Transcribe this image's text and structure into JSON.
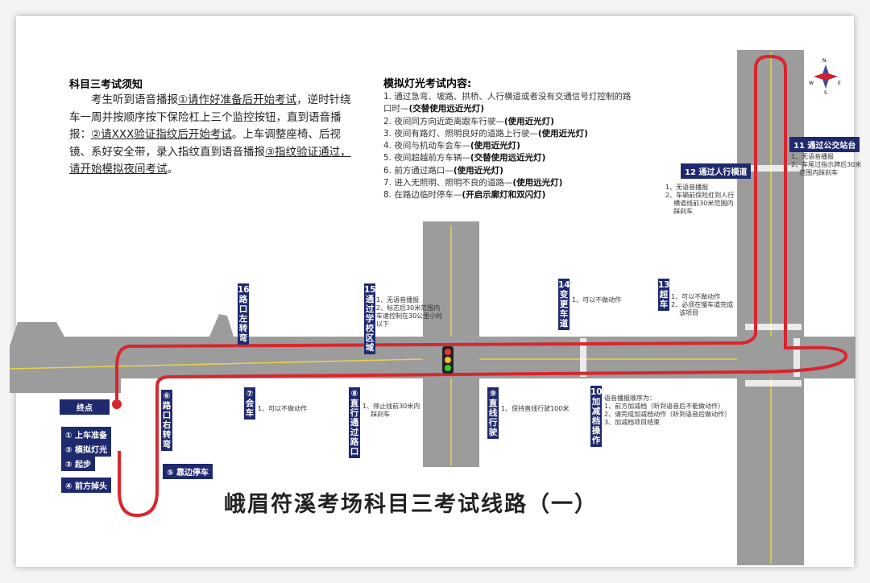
{
  "notice": {
    "title": "科目三考试须知",
    "text_parts": [
      "考生听到语音播报",
      "①请作好准备后开始考试",
      "，逆时针绕车一周并按顺序按下保险杠上三个监控按钮，直到语音播报：",
      "②请XXX验证指纹后开始考试",
      "。上车调整座椅、后视镜、系好安全带，录入指纹直到语音播报",
      "③指纹验证通过，请开始模拟夜间考试",
      "。"
    ]
  },
  "lights": {
    "title": "模拟灯光考试内容:",
    "items": [
      {
        "text": "1. 通过急弯、坡路、拱桥、人行横道或者没有交通信号灯控制的路口时—",
        "bold": "(交替使用远近光灯)"
      },
      {
        "text": "2. 夜间同方向近距离跟车行驶—",
        "bold": "(使用近光灯)"
      },
      {
        "text": "3. 夜间有路灯、照明良好的道路上行驶—",
        "bold": "(使用近光灯)"
      },
      {
        "text": "4. 夜间与机动车会车—",
        "bold": "(使用近光灯)"
      },
      {
        "text": "5. 夜间超越前方车辆—",
        "bold": "(交替使用远近光灯)"
      },
      {
        "text": "6. 前方通过路口—",
        "bold": "(使用近光灯)"
      },
      {
        "text": "7. 进入无照明、照明不良的道路—",
        "bold": "(使用远光灯)"
      },
      {
        "text": "8. 在路边临时停车—",
        "bold": "(开启示廓灯和双闪灯)"
      }
    ]
  },
  "stations": {
    "s16": "16路口左转弯",
    "s15": "15通过学校区域",
    "s14": "14变更车道",
    "s13": "13超车",
    "s7": "⑦会车",
    "s8": "⑧直行通过路口",
    "s9": "⑨直线行驶",
    "s10": "10加减档操作",
    "s6": "⑥路口右转弯",
    "s11": "11 通过公交站台",
    "s12": "12 通过人行横道",
    "s5": "⑤ 靠边停车",
    "end": "终点",
    "s1": "① 上车准备",
    "s2": "② 模拟灯光",
    "s3": "③   起步",
    "s4": "④ 前方掉头"
  },
  "notes": {
    "n15": "1、无语音播报\n2、标志后30米范围内\n车速控制在30公里小时\n以下",
    "n14": "1、可以不做动作",
    "n13": "1、可以不做动作\n2、必须在慢车道完成\n    该项目",
    "n7": "1、可以不做动作",
    "n8": "1、停止线前30米内\n    踩刹车",
    "n9": "1、保持直线行驶100米",
    "n10": "语音播报顺序为：\n1、前方加减档（听到语音后不能做动作）\n2、请完成加减档动作（听到语音后做动作）\n3、加减档项目结束",
    "n11": "1、无语音播报\n2、车尾过指示牌后30米\n    范围内踩刹车",
    "n12": "1、无语音播报\n2、车辆前保险杠到人行\n    横道线前30米范围内\n    踩刹车"
  },
  "compass": {
    "n": "N",
    "s": "S",
    "e": "E",
    "w": "W"
  },
  "title": "峨眉符溪考场科目三考试线路（一）",
  "colors": {
    "road": "#9a9a9a",
    "route": "#d8262f",
    "label": "#1f2a6e"
  }
}
